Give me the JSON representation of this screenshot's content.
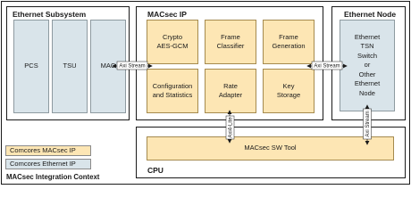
{
  "panels": {
    "ethernet_subsystem": {
      "title": "Ethernet Subsystem",
      "blocks": [
        "PCS",
        "TSU",
        "MAC"
      ]
    },
    "macsec_ip": {
      "title": "MACsec IP",
      "blocks": [
        "Crypto\nAES-GCM",
        "Frame\nClassifier",
        "Frame\nGeneration",
        "Configuration\nand Statistics",
        "Rate\nAdapter",
        "Key\nStorage"
      ]
    },
    "ethernet_node": {
      "title": "Ethernet Node",
      "block": "Ethernet\nTSN\nSwitch\nor\nOther\nEthernet\nNode"
    },
    "cpu": {
      "title": "CPU",
      "tool": "MACsec SW Tool"
    }
  },
  "connections": {
    "left_stream": "Axi Stream",
    "right_stream": "Axi Stream",
    "lite_bus": "Axi4-Lite",
    "node_stream": "Axi Stream"
  },
  "legend": {
    "macsec_ip": "Comcores MACsec IP",
    "ethernet_ip": "Comcores Ethernet IP"
  },
  "caption": "MACsec Integration Context",
  "colors": {
    "macsec_fill": "#fde6b4",
    "ethernet_fill": "#d9e4ea",
    "line": "#1a1a1a"
  }
}
